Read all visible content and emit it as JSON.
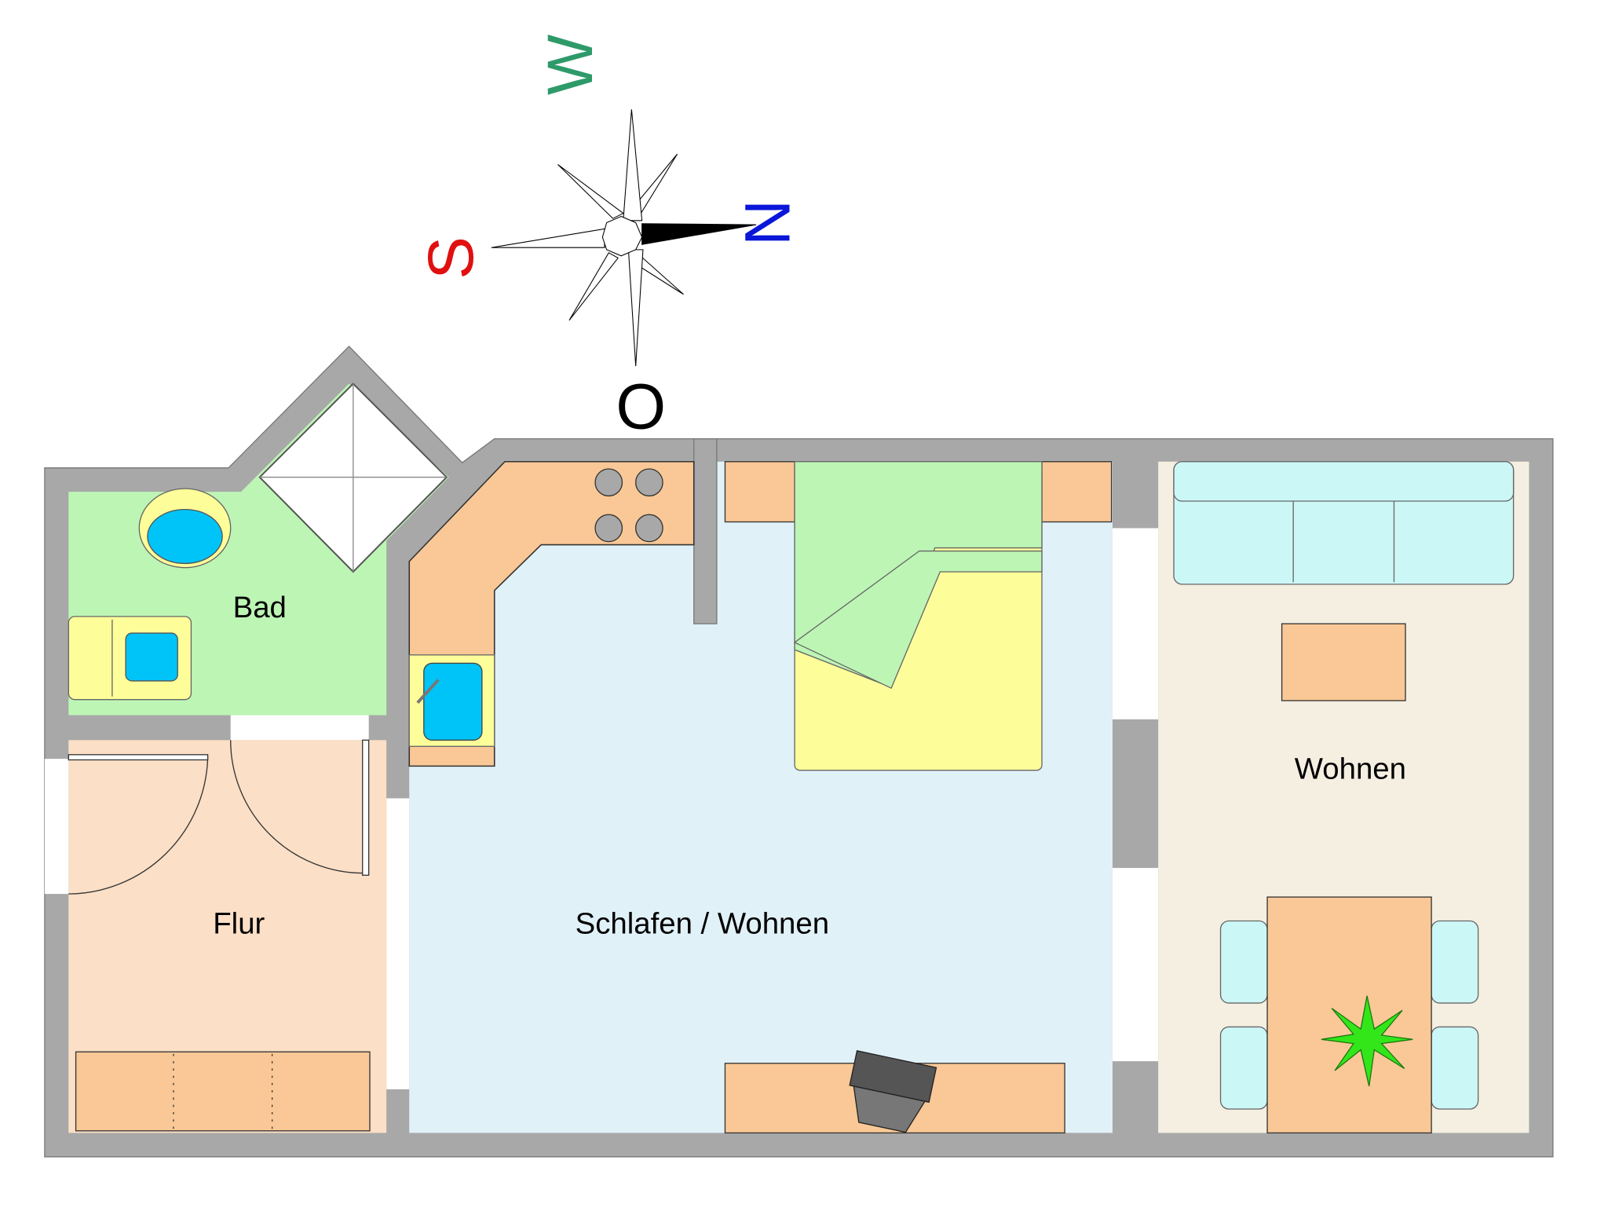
{
  "compass": {
    "north": "N",
    "south": "S",
    "west": "W",
    "east": "O"
  },
  "rooms": {
    "bathroom": "Bad",
    "hallway": "Flur",
    "bedroom_living": "Schlafen / Wohnen",
    "living": "Wohnen"
  },
  "colors": {
    "wall": "#a8a8a8",
    "bathroom": "#bdf5b5",
    "hallway": "#fbdfc6",
    "bedroom_living": "#e1f1f8",
    "living": "#f5efe2",
    "furniture_wood": "#f9c896",
    "water": "#00c4f7",
    "north_letter": "#0a16d8",
    "south_letter": "#e01010",
    "west_letter": "#2e9a6a",
    "east_letter": "#000000"
  }
}
